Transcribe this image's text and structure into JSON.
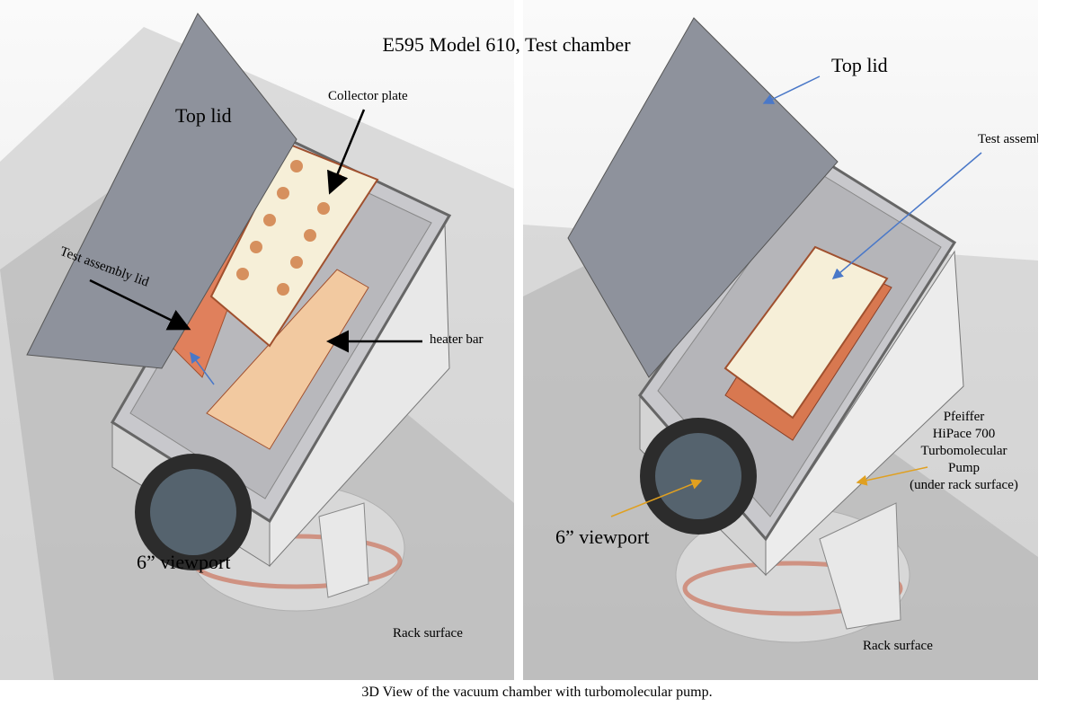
{
  "title": "E595 Model 610, Test chamber",
  "caption": "3D View of the vacuum chamber with turbomolecular pump.",
  "left_panel": {
    "labels": {
      "top_lid": "Top lid",
      "collector_plate": "Collector plate",
      "test_assembly_lid": "Test assembly lid",
      "heater_bar": "heater bar",
      "viewport": "6” viewport",
      "rack_surface": "Rack surface"
    }
  },
  "right_panel": {
    "labels": {
      "top_lid": "Top lid",
      "test_assembly": "Test assembly",
      "pump_lines": [
        "Pfeiffer",
        "HiPace 700",
        "Turbomolecular",
        "Pump",
        "(under rack surface)"
      ],
      "viewport": "6” viewport",
      "rack_surface": "Rack surface"
    }
  },
  "colors": {
    "arrow_black": "#000000",
    "arrow_blue": "#4a78c8",
    "arrow_orange": "#e0a020",
    "copper": "#d87850",
    "collector_cream": "#f6efd8"
  }
}
